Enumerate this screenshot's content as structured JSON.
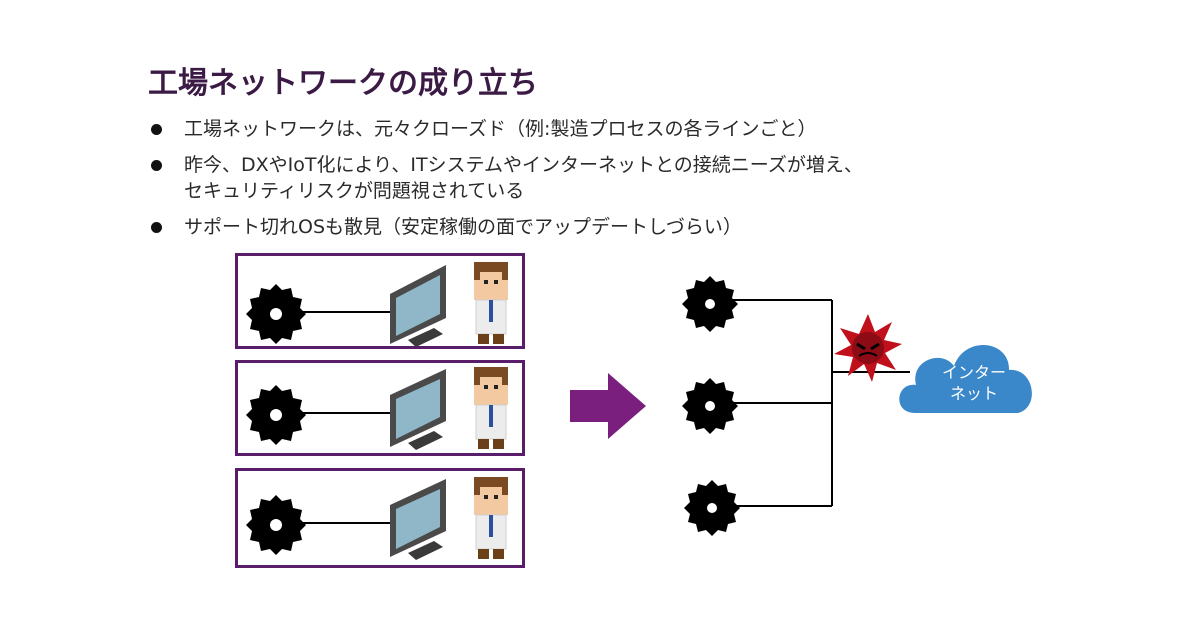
{
  "slide": {
    "title": "工場ネットワークの成り立ち",
    "bullets": [
      {
        "lines": [
          "工場ネットワークは、元々クローズド（例:製造プロセスの各ラインごと）"
        ]
      },
      {
        "lines": [
          "昨今、DXやIoT化により、ITシステムやインターネットとの接続ニーズが増え、",
          "セキュリティリスクが問題視されている"
        ]
      },
      {
        "lines": [
          "サポート切れOSも散見（安定稼働の面でアップデートしづらい）"
        ]
      }
    ]
  },
  "diagram": {
    "cloud_label": [
      "インター",
      "ネット"
    ],
    "colors": {
      "frame": "#5a1d6a",
      "arrow": "#7b1f7f",
      "cloud": "#3a87c9",
      "threat": "#c0101c",
      "monitor": "#4a4a4a",
      "screen": "#8fb7c7"
    },
    "icons": [
      "gear-icon",
      "monitor-icon",
      "worker-icon",
      "arrow-right-icon",
      "virus-icon",
      "cloud-icon"
    ]
  }
}
